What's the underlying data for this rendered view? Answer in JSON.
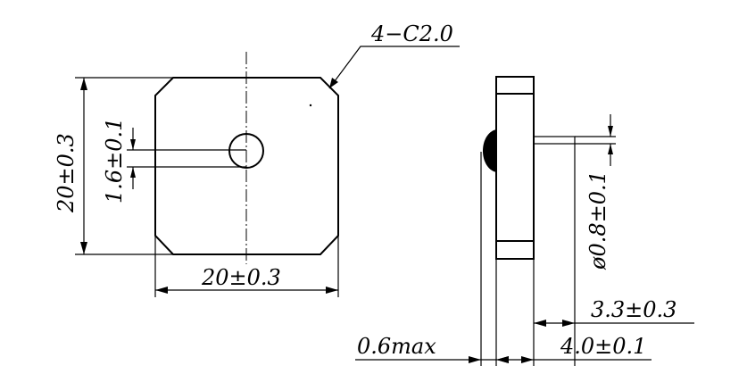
{
  "labels": {
    "chamfer": "4−C2.0",
    "height": "20±0.3",
    "width": "20±0.3",
    "hole_dia": "1.6±0.1",
    "pin_dia": "ø0.8±0.1",
    "pin_length": "3.3±0.3",
    "body_thickness": "4.0±0.1",
    "bump_height": "0.6max"
  },
  "colors": {
    "ink": "#000000",
    "paper": "#ffffff"
  }
}
